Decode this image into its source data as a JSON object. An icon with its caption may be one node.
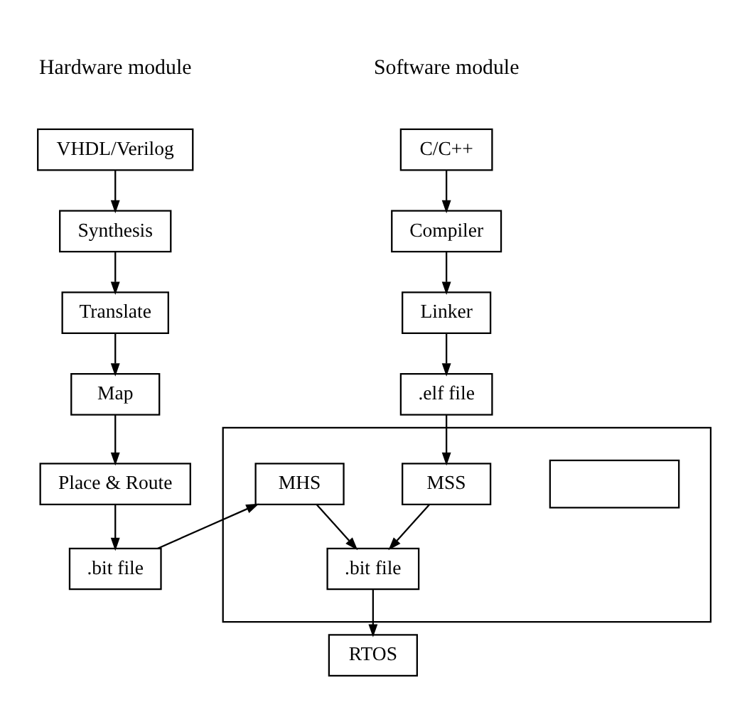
{
  "diagram": {
    "nodes": [
      {
        "text": [
          "C/C++"
        ]
      },
      {
        "text": [
          "Compiler"
        ]
      },
      {
        "text": [
          "Linker"
        ]
      },
      {
        "text": [
          ".elf file"
        ]
      },
      {
        "text": [],
        "shape": "box"
      },
      {
        "text": [],
        "shape": "box",
        "in": 4
      },
      {
        "text": [
          "MSS"
        ],
        "in": 4
      },
      {
        "text": [
          "MHS"
        ],
        "in": 4
      },
      {
        "text": [
          ".bit file"
        ],
        "in": 4
      },
      {
        "text": [
          "RTOS"
        ]
      },
      {
        "text": [
          "VHDL/Verilog"
        ]
      },
      {
        "text": [
          "Synthesis"
        ]
      },
      {
        "text": [
          "Translate"
        ]
      },
      {
        "text": [
          "Map"
        ]
      },
      {
        "text": [
          "Place & Route"
        ]
      },
      {
        "text": [
          ".bit file"
        ]
      }
    ],
    "edges": [
      {
        "from": 0,
        "to": 1,
        "arrow": "to"
      },
      {
        "from": 1,
        "to": 2,
        "arrow": "to"
      },
      {
        "from": 2,
        "to": 3,
        "arrow": "to"
      },
      {
        "from": 3,
        "to": 6,
        "arrow": "to"
      },
      {
        "from": 6,
        "to": 8,
        "arrow": "to"
      },
      {
        "from": 7,
        "to": 8,
        "arrow": "to"
      },
      {
        "from": 8,
        "to": 9,
        "arrow": "to"
      },
      {
        "from": 10,
        "to": 11,
        "arrow": "to"
      },
      {
        "from": 11,
        "to": 12,
        "arrow": "to"
      },
      {
        "from": 12,
        "to": 13,
        "arrow": "to"
      },
      {
        "from": 13,
        "to": 14,
        "arrow": "to"
      },
      {
        "from": 14,
        "to": 15,
        "arrow": "to"
      },
      {
        "from": 15,
        "to": 7,
        "arrow": "to"
      }
    ],
    "labels": [
      "Software module",
      "Hardware module"
    ]
  }
}
